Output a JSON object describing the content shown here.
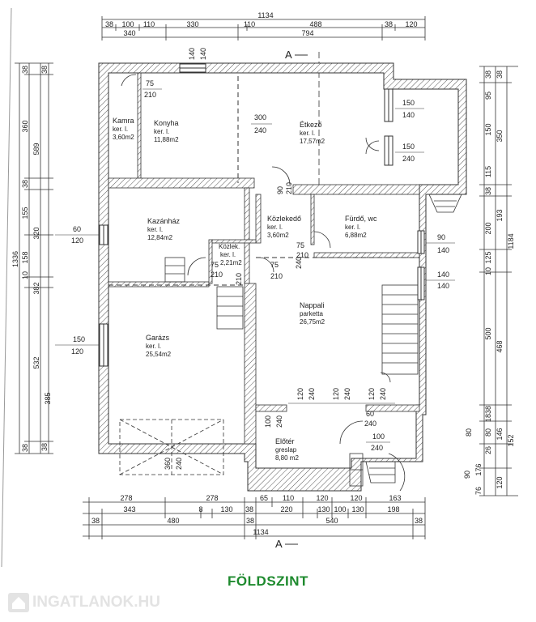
{
  "colors": {
    "line": "#333333",
    "wall_fill": "#ffffff",
    "title": "#1e8a2e",
    "watermark": "#e3e3e3"
  },
  "section_marker": "A",
  "top_dims": {
    "overall": "1134",
    "row1": [
      "38",
      "100",
      "110",
      "330",
      "110",
      "488",
      "38",
      "120"
    ],
    "row2": [
      "340",
      "794"
    ]
  },
  "bottom_dims": {
    "row1": [
      "278",
      "278",
      "65",
      "110",
      "120",
      "120",
      "163"
    ],
    "row2": [
      "343",
      "8",
      "130",
      "38",
      "220",
      "130",
      "100",
      "130",
      "198"
    ],
    "row3": [
      "38",
      "480",
      "38",
      "540",
      "38"
    ],
    "overall": "1134"
  },
  "left_dims": {
    "overall": "1336",
    "col2": [
      "38",
      "360",
      "38",
      "155",
      "158",
      "10",
      "38"
    ],
    "col3": [
      "589",
      "320",
      "382",
      "532",
      "385"
    ],
    "col4": [
      "38",
      "38"
    ]
  },
  "right_dims": {
    "col_a": [
      "38",
      "95",
      "150",
      "115",
      "38",
      "200",
      "125",
      "10",
      "500",
      "18",
      "80",
      "80",
      "38",
      "26",
      "90",
      "120"
    ],
    "col_b": [
      "38",
      "350",
      "193",
      "1184",
      "468",
      "146",
      "152",
      "176",
      "76"
    ]
  },
  "rooms": [
    {
      "id": "kamra",
      "name": "Kamra",
      "sub": "ker. l.",
      "area": "3,60m2"
    },
    {
      "id": "konyha",
      "name": "Konyha",
      "sub": "ker. l.",
      "area": "11,88m2"
    },
    {
      "id": "etkezo",
      "name": "Étkező",
      "sub": "ker. l.",
      "area": "17,57m2"
    },
    {
      "id": "kazanhaz",
      "name": "Kazánház",
      "sub": "ker. l.",
      "area": "12,84m2"
    },
    {
      "id": "kozlekedo",
      "name": "Közlekedő",
      "sub": "ker. l.",
      "area": "3,60m2"
    },
    {
      "id": "furdo",
      "name": "Fürdő, wc",
      "sub": "ker. l.",
      "area": "6,88m2"
    },
    {
      "id": "kozlek",
      "name": "Közlek.",
      "sub": "ker. l.",
      "area": "2,21m2"
    },
    {
      "id": "nappali",
      "name": "Nappali",
      "sub": "parketta",
      "area": "26,75m2"
    },
    {
      "id": "garazs",
      "name": "Garázs",
      "sub": "ker. l.",
      "area": "25,54m2"
    },
    {
      "id": "eloter",
      "name": "Előtér",
      "sub": "greslap",
      "area": "8,80 m2"
    }
  ],
  "openings": {
    "w_konyha_top": "140",
    "w_konyha_top2": "140",
    "d_kamra": [
      "75",
      "210"
    ],
    "d_konyha_etkezo": [
      "300",
      "240"
    ],
    "w_etkezo_1": [
      "150",
      "140"
    ],
    "w_etkezo_2": [
      "150",
      "240"
    ],
    "w_kazanhaz": [
      "60",
      "120"
    ],
    "d_kozlekedo": [
      "90",
      "210"
    ],
    "d_kozlekedo_75": "75",
    "d_furdo": "210",
    "w_furdo": [
      "90",
      "140"
    ],
    "d_kozlek": [
      "75",
      "210"
    ],
    "d_kozlek_210": "210",
    "d_kozlek_75b": [
      "75",
      "210"
    ],
    "d_240": "240",
    "w_nappali": [
      "140",
      "140"
    ],
    "w_garazs": [
      "150",
      "120"
    ],
    "nappali_bottom": [
      "120",
      "240",
      "120",
      "240",
      "120",
      "240"
    ],
    "d_60": [
      "60",
      "240"
    ],
    "d_eloter_left": [
      "100",
      "240"
    ],
    "d_eloter": [
      "100",
      "240"
    ],
    "garage_door": [
      "360",
      "240"
    ]
  },
  "title": "FÖLDSZINT",
  "watermark": "INGATLANOK.HU"
}
